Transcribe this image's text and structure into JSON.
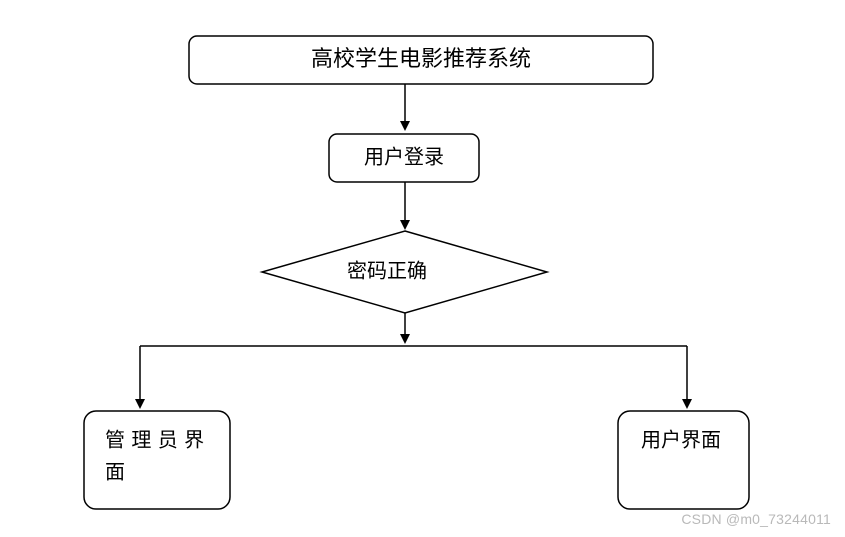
{
  "diagram": {
    "title_node": "高校学生电影推荐系统",
    "login_node": "用户登录",
    "decision_node": "密码正确",
    "admin_node_line1": "管 理 员 界",
    "admin_node_line2": "面",
    "user_node": "用户界面"
  },
  "watermark": "CSDN @m0_73244011"
}
